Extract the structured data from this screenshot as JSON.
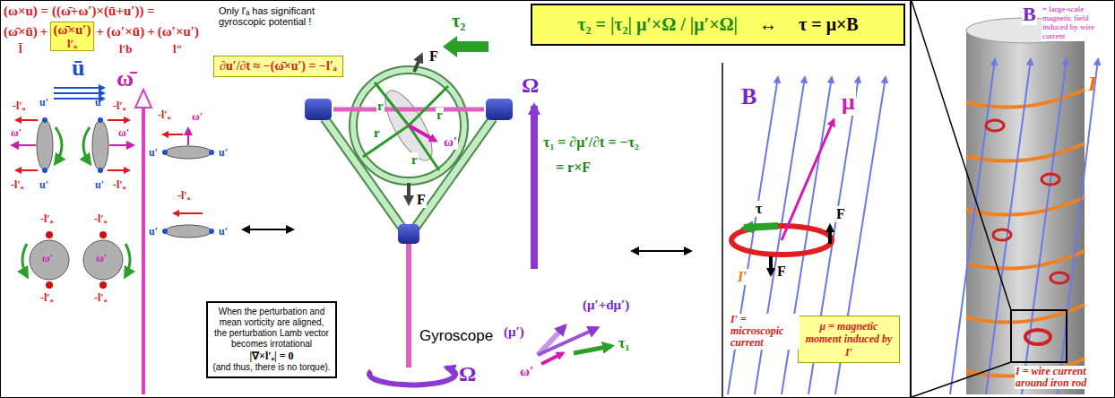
{
  "diagram": {
    "nodes": [
      {
        "text": [
          "(ω̄×u′)",
          "l′ₐ"
        ]
      },
      {
        "text": [
          "∂u′/∂t ≈ −(ω̄×u′) = −l′ₐ"
        ]
      },
      {
        "text": [
          "When the perturbation and mean vorticity are aligned, the perturbation Lamb vector becomes irrotational",
          "|∇×l′ₐ| = 0",
          "(and thus, there is no torque)."
        ]
      },
      {
        "text": [
          "τ₂ = |τ₂| μ′×Ω / |μ′×Ω|",
          "↔",
          "τ = μ×B"
        ]
      },
      {
        "text": [
          "μ = magnetic moment induced by I′"
        ]
      }
    ],
    "labels": [
      "(ω×u) = ((ω̄+ω′)×(ū+u′)) =",
      "(ω̄×ū)",
      "+",
      "+",
      "(ω′×ū)",
      "+",
      "(ω′×u′)",
      "l̄",
      "l′b",
      "l″",
      "Only l′ₐ has significant gyroscopic potential !",
      "ū",
      "ω̄",
      "u′",
      "u′",
      "-l′ₐ",
      "-l′ₐ",
      "ω′",
      "ω′",
      "-l′ₐ",
      "-l′ₐ",
      "u′",
      "u′",
      "-l′ₐ",
      "-l′ₐ",
      "ω′",
      "ω′",
      "-l′ₐ",
      "-l′ₐ",
      "-l′ₐ",
      "ω′",
      "u′",
      "u′",
      "-l′ₐ",
      "u′",
      "u′",
      "τ₂",
      "F",
      "r",
      "r",
      "r",
      "r",
      "ω′",
      "F",
      "Gyroscope",
      "Ω",
      "Ω",
      "τ₁ = ∂μ′/∂t = −τ₂",
      "= r×F",
      "(μ′+dμ′)",
      "(μ′)",
      "τ₁",
      "ω′",
      "B",
      "μ",
      "τ",
      "F",
      "F",
      "I′",
      "I′ = microscopic current",
      "B",
      "= large-scale magnetic field induced by wire current",
      "I",
      "I = wire current around iron rod"
    ]
  }
}
